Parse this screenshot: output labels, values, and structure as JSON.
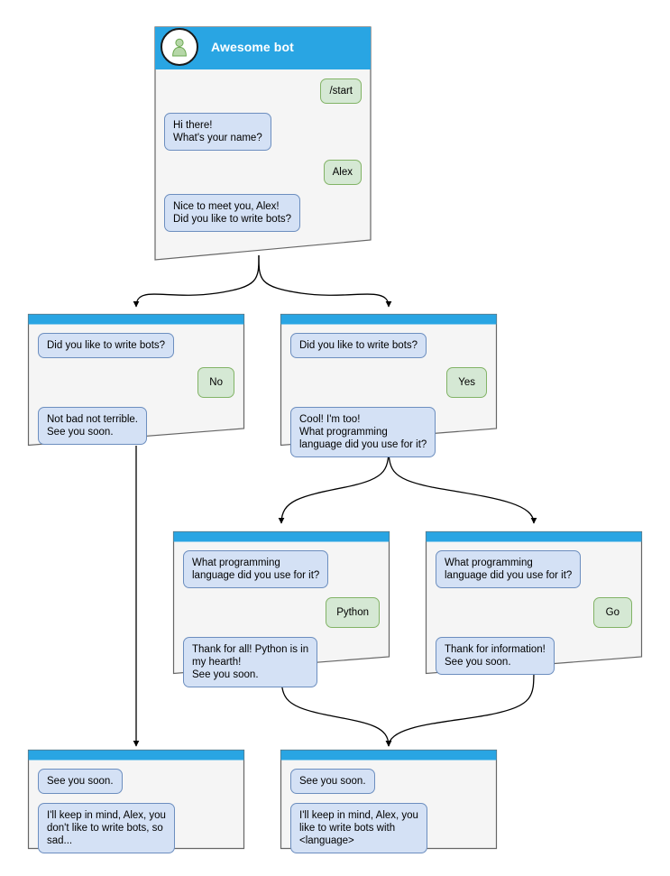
{
  "diagram": {
    "title": "Awesome bot conversation flow",
    "colors": {
      "header_blue": "#29a5e3",
      "node_fill": "#f5f5f5",
      "node_stroke": "#666666",
      "bot_bubble_fill": "#d4e1f5",
      "bot_bubble_stroke": "#6c8ebf",
      "user_bubble_fill": "#d5e8d4",
      "user_bubble_stroke": "#82b366",
      "edge_stroke": "#000000",
      "avatar_person": "#b6d7a8",
      "background": "#ffffff"
    }
  },
  "nodes": [
    {
      "id": "root",
      "kind": "window",
      "header": {
        "title": "Awesome bot",
        "avatar_icon": "person-avatar-icon"
      },
      "messages": [
        {
          "from": "user",
          "text": "/start"
        },
        {
          "from": "bot",
          "text": "Hi there!\nWhat's your name?"
        },
        {
          "from": "user",
          "text": "Alex"
        },
        {
          "from": "bot",
          "text": "Nice to meet you, Alex!\nDid you like to write bots?"
        }
      ]
    },
    {
      "id": "no-branch",
      "kind": "panel",
      "messages": [
        {
          "from": "bot",
          "text": "Did you like to write bots?"
        },
        {
          "from": "user",
          "text": "No"
        },
        {
          "from": "bot",
          "text": "Not bad not terrible.\nSee you soon."
        }
      ]
    },
    {
      "id": "yes-branch",
      "kind": "panel",
      "messages": [
        {
          "from": "bot",
          "text": "Did you like to write bots?"
        },
        {
          "from": "user",
          "text": "Yes"
        },
        {
          "from": "bot",
          "text": "Cool! I'm too!\nWhat programming\nlanguage did you use for it?"
        }
      ]
    },
    {
      "id": "python-branch",
      "kind": "panel",
      "messages": [
        {
          "from": "bot",
          "text": "What programming\nlanguage did you use for it?"
        },
        {
          "from": "user",
          "text": "Python"
        },
        {
          "from": "bot",
          "text": "Thank for all! Python is in\nmy hearth!\nSee you soon."
        }
      ]
    },
    {
      "id": "go-branch",
      "kind": "panel",
      "messages": [
        {
          "from": "bot",
          "text": "What programming\nlanguage did you use for it?"
        },
        {
          "from": "user",
          "text": "Go"
        },
        {
          "from": "bot",
          "text": "Thank for information!\nSee you soon."
        }
      ]
    },
    {
      "id": "end-sad",
      "kind": "panel",
      "messages": [
        {
          "from": "bot",
          "text": "See you soon."
        },
        {
          "from": "bot",
          "text": "I'll keep in mind, Alex, you\ndon't like to write bots, so\nsad..."
        }
      ]
    },
    {
      "id": "end-happy",
      "kind": "panel",
      "messages": [
        {
          "from": "bot",
          "text": "See you soon."
        },
        {
          "from": "bot",
          "text": "I'll keep in mind, Alex, you\nlike to write bots with\n<language>"
        }
      ]
    }
  ],
  "texts": {
    "root_header_title": "Awesome bot",
    "m_start": "/start",
    "m_hi": "Hi there!\nWhat's your name?",
    "m_alex": "Alex",
    "m_nice": "Nice to meet you, Alex!\nDid you like to write bots?",
    "m_q_bots_a": "Did you like to write bots?",
    "m_no": "No",
    "m_notbad": "Not bad not terrible.\nSee you soon.",
    "m_q_bots_b": "Did you like to write bots?",
    "m_yes": "Yes",
    "m_cool": "Cool! I'm too!\nWhat programming\nlanguage did you use for it?",
    "m_q_lang_a": "What programming\nlanguage did you use for it?",
    "m_python": "Python",
    "m_thanks_python": "Thank for all! Python is in\nmy hearth!\nSee you soon.",
    "m_q_lang_b": "What programming\nlanguage did you use for it?",
    "m_go": "Go",
    "m_thanks_info": "Thank for information!\nSee you soon.",
    "m_see_soon_a": "See you soon.",
    "m_keep_sad": "I'll keep in mind, Alex, you\ndon't like to write bots, so\nsad...",
    "m_see_soon_b": "See you soon.",
    "m_keep_happy": "I'll keep in mind, Alex, you\nlike to write bots with\n<language>"
  }
}
